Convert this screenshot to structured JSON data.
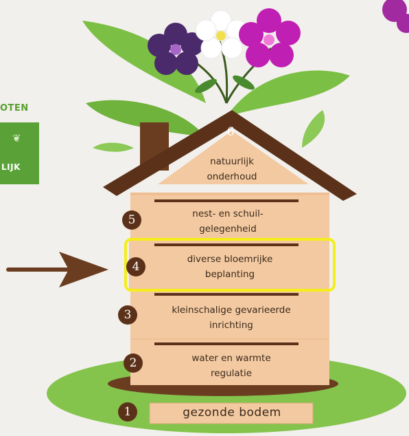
{
  "sidebar": {
    "heading_fragment": "OTEN",
    "tile_text_fragment": "LIJK"
  },
  "icons": {
    "leaf": "leaf-icon",
    "arrow": "arrow-right-icon",
    "flowers": "flower-icons"
  },
  "colors": {
    "roof": "#5b3219",
    "plank": "#f3c9a1",
    "highlight": "#f4ee1a",
    "grass": "#7cc04a",
    "tile": "#5aa238"
  },
  "highlighted_level": 4,
  "levels": [
    {
      "number": "1",
      "label": "gezonde bodem"
    },
    {
      "number": "2",
      "label": "water en warmte regulatie"
    },
    {
      "number": "3",
      "label": "kleinschalige gevarieerde inrichting"
    },
    {
      "number": "4",
      "label": "diverse bloemrijke beplanting"
    },
    {
      "number": "5",
      "label": "nest- en schuil- gelegenheid"
    },
    {
      "number": "6",
      "label": "natuurlijk onderhoud"
    }
  ]
}
